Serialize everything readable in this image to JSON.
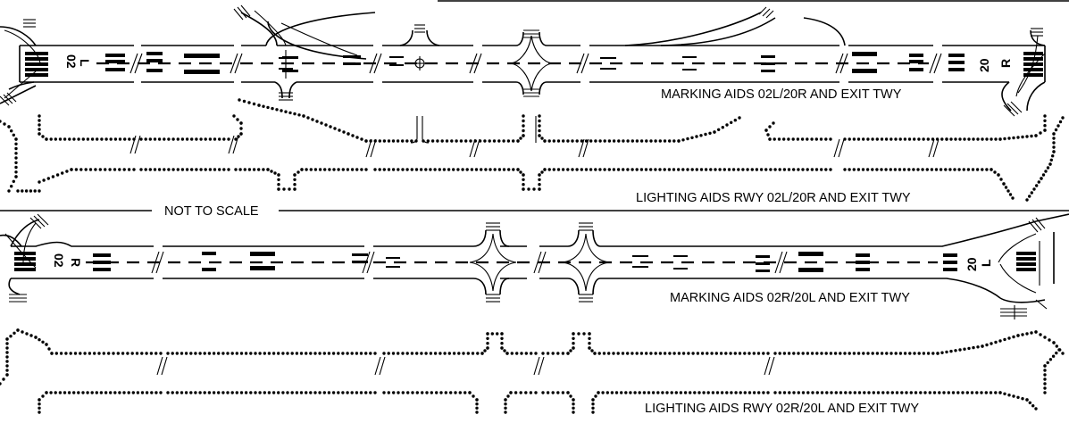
{
  "labels": {
    "marking_top": "MARKING AIDS 02L/20R AND EXIT TWY",
    "lighting_top": "LIGHTING AIDS RWY 02L/20R AND EXIT TWY",
    "not_to_scale": "NOT TO SCALE",
    "marking_bottom": "MARKING AIDS 02R/20L AND EXIT TWY",
    "lighting_bottom": "LIGHTING AIDS RWY 02R/20L AND EXIT TWY"
  },
  "runways": {
    "top": {
      "left_number": "02",
      "left_letter": "L",
      "right_number": "20",
      "right_letter": "R"
    },
    "bottom": {
      "left_number": "02",
      "left_letter": "R",
      "right_number": "20",
      "right_letter": "L"
    }
  }
}
